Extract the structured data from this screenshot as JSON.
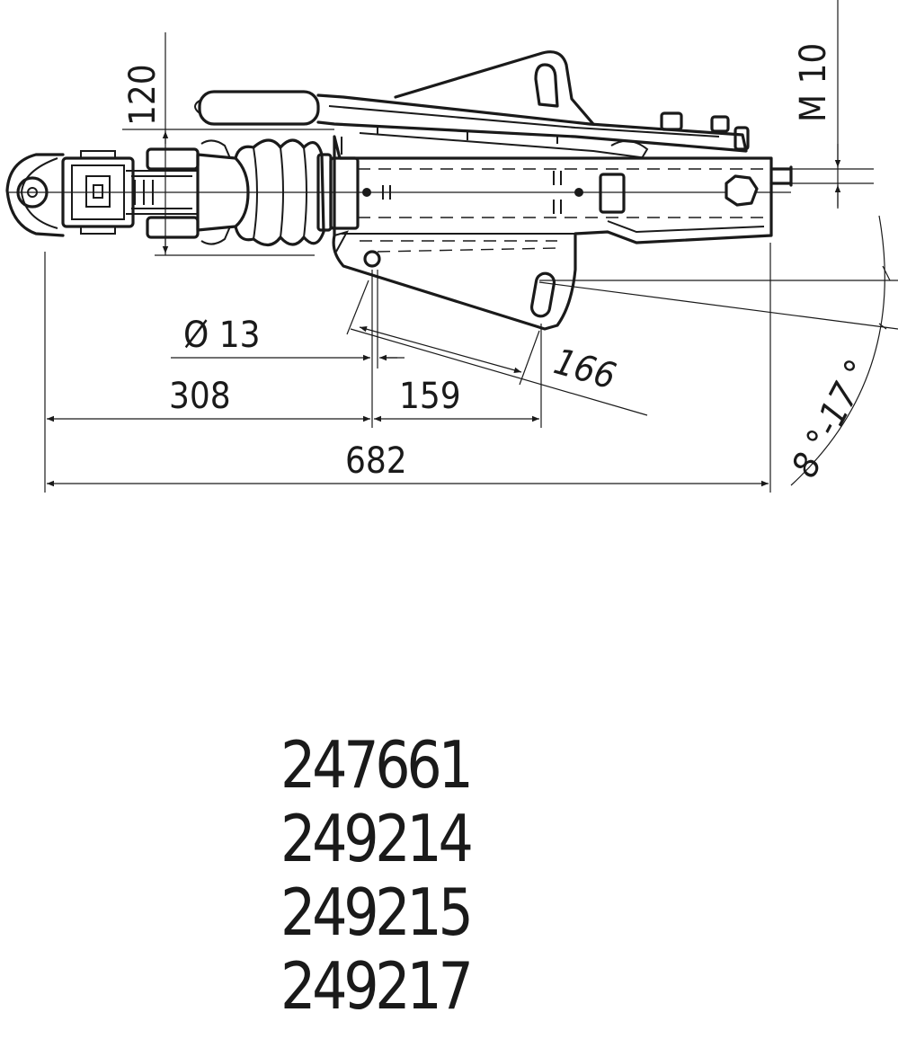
{
  "dimensions": {
    "height": "120",
    "thread": "M 10",
    "hole": "Ø  13",
    "d308": "308",
    "d159": "159",
    "d166": "166",
    "d682": "682",
    "angle": "8 °-17 °"
  },
  "part_numbers": [
    "247661",
    "249214",
    "249215",
    "249217"
  ],
  "colors": {
    "line": "#1a1a1a",
    "background": "#ffffff"
  }
}
